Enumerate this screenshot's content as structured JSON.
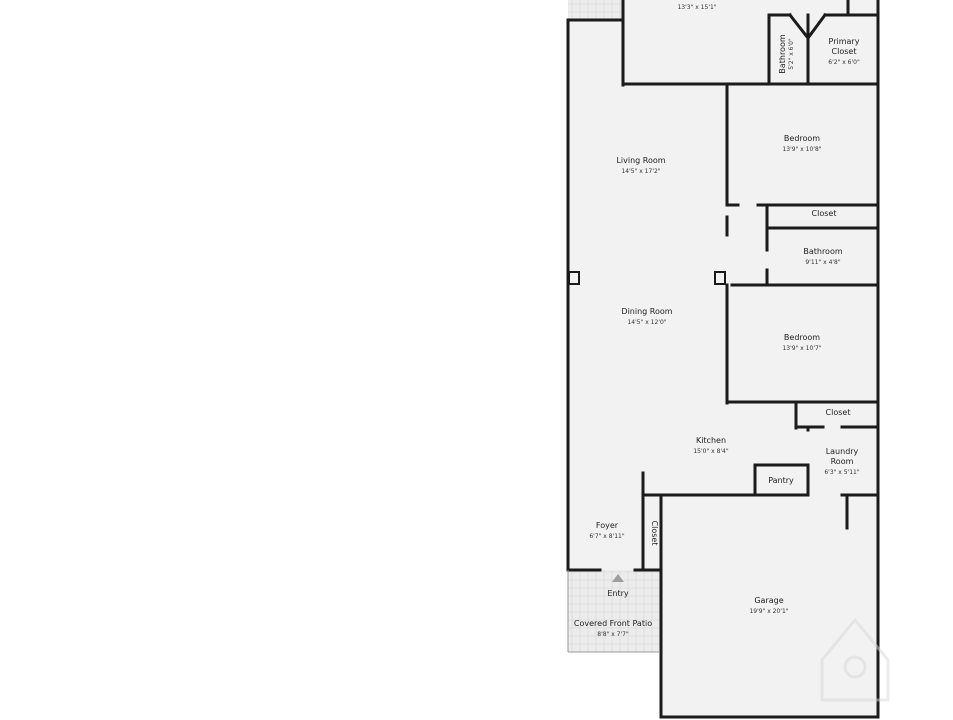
{
  "colors": {
    "wall": "#1b1b1b",
    "floor": "#f2f2f2",
    "patio": "#ececec",
    "label": "#222222"
  },
  "icons": {
    "entry_marker": "triangle-up",
    "watermark": "house-logo"
  },
  "rooms": {
    "top_room": {
      "dim": "13'3\" x 15'1\""
    },
    "bathroom_top": {
      "name": "Bathroom",
      "dim": "5'2\" x 6'0\""
    },
    "primary_closet": {
      "name_line1": "Primary",
      "name_line2": "Closet",
      "dim": "6'2\" x 6'0\""
    },
    "living_room": {
      "name": "Living Room",
      "dim": "14'5\" x 17'2\""
    },
    "bedroom_1": {
      "name": "Bedroom",
      "dim": "13'9\" x 10'8\""
    },
    "closet_1": {
      "name": "Closet"
    },
    "bathroom_2": {
      "name": "Bathroom",
      "dim": "9'11\" x 4'8\""
    },
    "dining_room": {
      "name": "Dining Room",
      "dim": "14'5\" x 12'0\""
    },
    "bedroom_2": {
      "name": "Bedroom",
      "dim": "13'9\" x 10'7\""
    },
    "closet_2": {
      "name": "Closet"
    },
    "kitchen": {
      "name": "Kitchen",
      "dim": "15'0\" x 8'4\""
    },
    "laundry": {
      "name_line1": "Laundry",
      "name_line2": "Room",
      "dim": "6'3\" x 5'11\""
    },
    "pantry": {
      "name": "Pantry"
    },
    "foyer": {
      "name": "Foyer",
      "dim": "6'7\" x 8'11\""
    },
    "closet_foyer": {
      "name": "Closet"
    },
    "entry": {
      "name": "Entry"
    },
    "patio": {
      "name": "Covered Front Patio",
      "dim": "8'8\" x 7'7\""
    },
    "garage": {
      "name": "Garage",
      "dim": "19'9\" x 20'1\""
    }
  }
}
